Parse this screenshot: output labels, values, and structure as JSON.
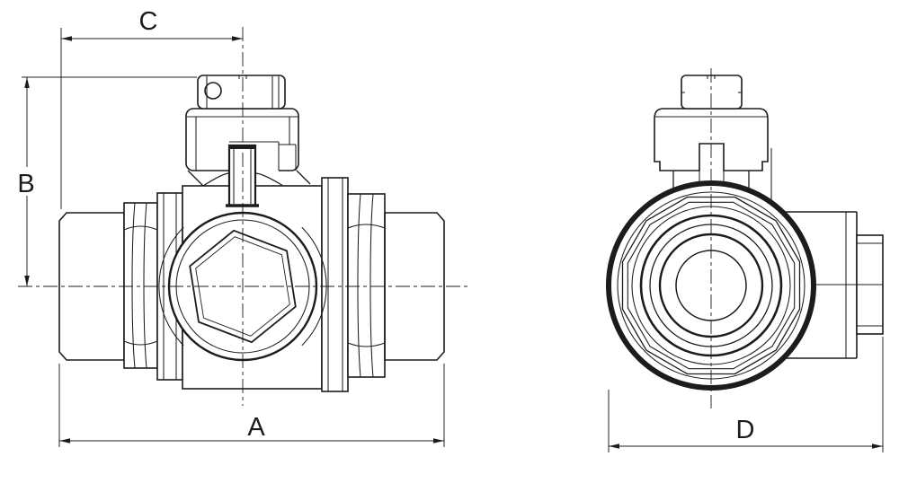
{
  "colors": {
    "line": "#1c1c1c",
    "background": "#ffffff"
  },
  "dimensions": {
    "A": {
      "label": "A"
    },
    "B": {
      "label": "B"
    },
    "C": {
      "label": "C"
    },
    "D": {
      "label": "D"
    }
  }
}
